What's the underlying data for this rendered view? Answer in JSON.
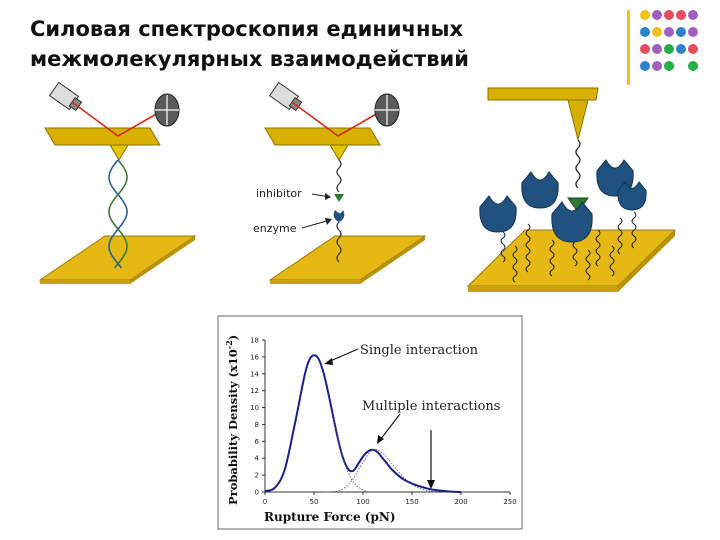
{
  "title": {
    "line1": "Силовая спектроскопия единичных",
    "line2": "межмолекулярных взаимодействий"
  },
  "colors": {
    "accent_line": "#f2c21b",
    "dots": [
      "#f2c21b",
      "#a25fc2",
      "#e84c5f",
      "#e84c5f",
      "#a25fc2",
      "#2b83c8",
      "#f2c21b",
      "#a25fc2",
      "#2b83c8",
      "#a25fc2",
      "#e84c5f",
      "#a25fc2",
      "#23b04a",
      "#2b83c8",
      "#e84c5f",
      "#2b83c8",
      "#a25fc2",
      "#23b04a",
      null,
      "#23b04a"
    ],
    "substrate": "#e5b813",
    "cantilever": "#d8b100",
    "laser": "#d42a1e",
    "enzyme": "#21517f",
    "inhibitor": "#2d7a35",
    "curve": "#1b1f8a"
  },
  "panel2": {
    "label_inhibitor": "inhibitor",
    "label_enzyme": "enzyme"
  },
  "chart_data": {
    "type": "line",
    "xlabel": "Rupture Force (pN)",
    "ylabel": "Probability Density (x10-2)",
    "ylabel_main": "Probability Density (x10",
    "ylabel_exp": "-2",
    "ylabel_end": ")",
    "xlim": [
      0,
      250
    ],
    "ylim": [
      0,
      18
    ],
    "xticks": [
      0,
      50,
      100,
      150,
      200,
      250
    ],
    "yticks": [
      0,
      2,
      4,
      6,
      8,
      10,
      12,
      14,
      16,
      18
    ],
    "series": [
      {
        "style": "solid",
        "x": [
          0,
          10,
          20,
          30,
          40,
          45,
          50,
          55,
          60,
          65,
          70,
          75,
          80,
          85,
          90,
          95,
          100,
          105,
          110,
          115,
          120,
          125,
          130,
          140,
          150,
          160,
          170,
          180,
          190,
          200
        ],
        "y": [
          0.1,
          0.5,
          2.6,
          7.8,
          13.6,
          15.6,
          16.2,
          15.7,
          14.0,
          11.5,
          8.7,
          6.0,
          3.9,
          2.7,
          2.5,
          3.3,
          4.2,
          4.8,
          5.0,
          4.7,
          4.0,
          3.3,
          2.6,
          1.6,
          1.0,
          0.6,
          0.3,
          0.15,
          0.05,
          0.0
        ]
      },
      {
        "style": "dotted",
        "x": [
          60,
          70,
          80,
          90,
          100,
          110,
          120,
          130,
          140,
          150,
          160,
          170,
          180
        ],
        "y": [
          0.0,
          0.05,
          0.4,
          1.6,
          3.5,
          5.0,
          4.6,
          3.3,
          1.9,
          0.9,
          0.35,
          0.1,
          0.0
        ]
      },
      {
        "style": "dotted",
        "x": [
          70,
          75,
          80,
          85,
          90,
          95,
          100,
          105
        ],
        "y": [
          8.7,
          6.0,
          3.9,
          2.3,
          1.2,
          0.6,
          0.25,
          0.05
        ]
      }
    ],
    "annotations": [
      {
        "text": "Single interaction"
      },
      {
        "text": "Multiple interactions"
      }
    ]
  }
}
